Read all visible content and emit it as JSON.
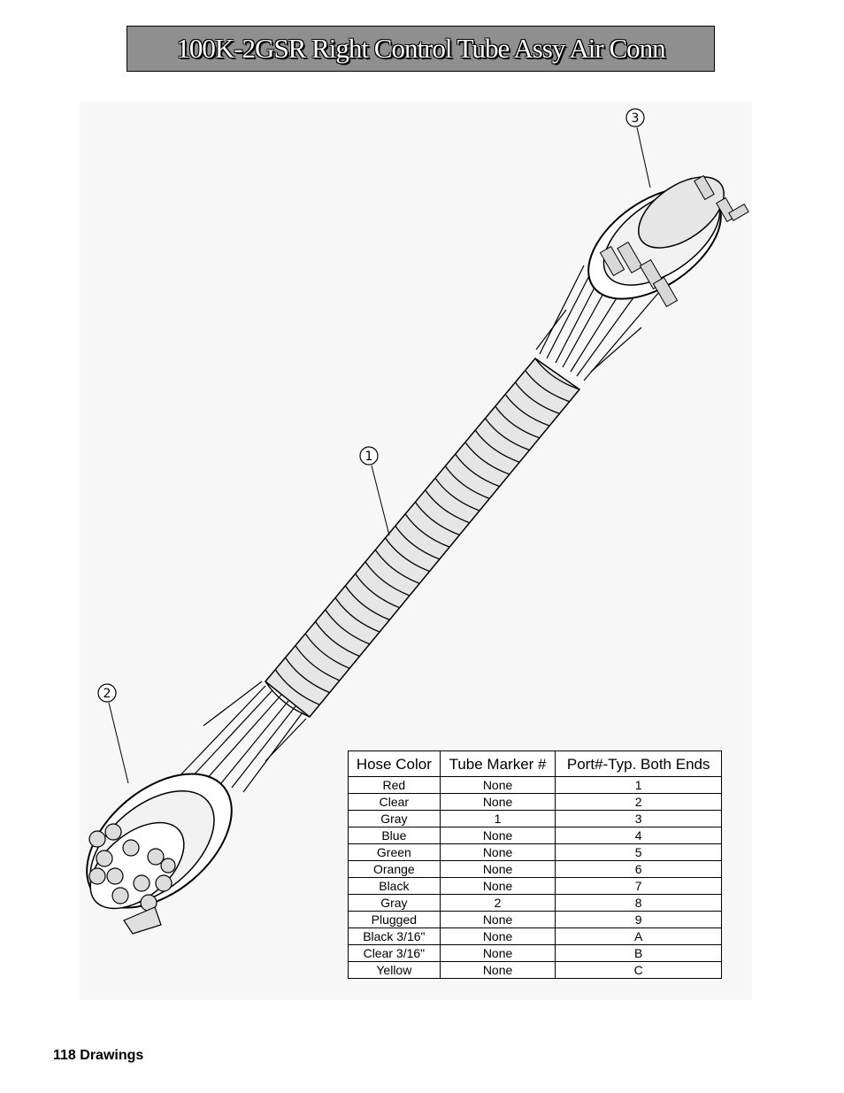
{
  "title": "100K-2GSR Right Control Tube Assy Air Conn",
  "callouts": [
    "1",
    "2",
    "3"
  ],
  "table": {
    "headers": [
      "Hose Color",
      "Tube Marker #",
      "Port#-Typ. Both Ends"
    ],
    "rows": [
      [
        "Red",
        "None",
        "1"
      ],
      [
        "Clear",
        "None",
        "2"
      ],
      [
        "Gray",
        "1",
        "3"
      ],
      [
        "Blue",
        "None",
        "4"
      ],
      [
        "Green",
        "None",
        "5"
      ],
      [
        "Orange",
        "None",
        "6"
      ],
      [
        "Black",
        "None",
        "7"
      ],
      [
        "Gray",
        "2",
        "8"
      ],
      [
        "Plugged",
        "None",
        "9"
      ],
      [
        "Black 3/16\"",
        "None",
        "A"
      ],
      [
        "Clear 3/16\"",
        "None",
        "B"
      ],
      [
        "Yellow",
        "None",
        "C"
      ]
    ]
  },
  "footer": {
    "page_number": "118",
    "section": "Drawings"
  }
}
